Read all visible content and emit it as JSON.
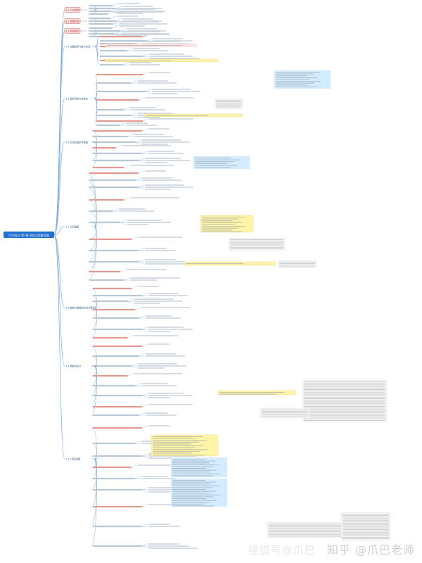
{
  "diagram": {
    "root": {
      "label": "CAD设计 第1章 知识点思维导图",
      "color": "#1f6fd1"
    },
    "colors": {
      "line": "#7aa7d8",
      "red": "#c0392b",
      "yellow": "#fff4a8",
      "blue": "#d4ecff",
      "hl": "#fde2e2"
    },
    "branches": [
      {
        "label": "1.1 CAD概述"
      },
      {
        "label": "1.2 发展历程"
      },
      {
        "label": "1.3 系统组成"
      },
      {
        "label": "1.4 主要技术与核心内容"
      },
      {
        "label": "1.5 图形系统与标准化"
      },
      {
        "label": "1.6 计算机图形学基础"
      },
      {
        "label": "1.7 几何造型"
      },
      {
        "label": "1.8 曲线与曲面的生成与表示"
      },
      {
        "label": "1.9 参数化设计"
      },
      {
        "label": "1.10 特征建模"
      }
    ]
  },
  "watermark": {
    "ghost": "搜狐号@爪巴",
    "text": "知乎 @爪巴老师"
  }
}
